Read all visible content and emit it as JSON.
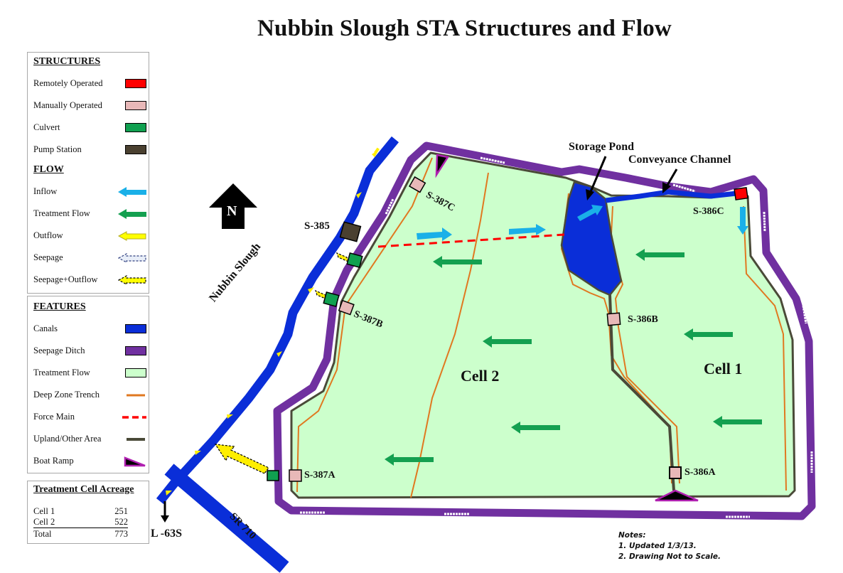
{
  "title": "Nubbin Slough STA Structures and Flow",
  "legend": {
    "structures_header": "STRUCTURES",
    "structures": [
      {
        "label": "Remotely Operated",
        "color": "#ff0000",
        "icon": "red-square-icon"
      },
      {
        "label": "Manually Operated",
        "color": "#e8b8b8",
        "icon": "pink-square-icon"
      },
      {
        "label": "Culvert",
        "color": "#10a050",
        "icon": "green-square-icon"
      },
      {
        "label": "Pump Station",
        "color": "#4a4030",
        "icon": "brown-square-icon"
      }
    ],
    "flow_header": "FLOW",
    "flow": [
      {
        "label": "Inflow",
        "color": "#1ab0e8"
      },
      {
        "label": "Treatment Flow",
        "color": "#14a050"
      },
      {
        "label": "Outflow",
        "color": "#ffff00"
      },
      {
        "label": "Seepage",
        "color": "#e8eef8"
      },
      {
        "label": "Seepage+Outflow",
        "color": "#ffff00"
      }
    ],
    "features_header": "FEATURES",
    "features": [
      {
        "label": "Canals",
        "color": "#0a2ed8"
      },
      {
        "label": "Seepage Ditch",
        "color": "#7030a0"
      },
      {
        "label": "Treatment Flow",
        "color": "#ccffcc"
      },
      {
        "label": "Deep Zone Trench",
        "color": "#e07820"
      },
      {
        "label": "Force Main",
        "color": "#ff0000"
      },
      {
        "label": "Upland/Other Area",
        "color": "#4a4a38"
      },
      {
        "label": "Boat Ramp",
        "color": "#b020b0"
      }
    ]
  },
  "acreage": {
    "header": "Treatment Cell Acreage",
    "rows": [
      {
        "label": "Cell 1",
        "value": "251"
      },
      {
        "label": "Cell 2",
        "value": "522"
      },
      {
        "label": "Total",
        "value": "773"
      }
    ]
  },
  "map": {
    "north": "N",
    "labels": {
      "storage_pond": "Storage Pond",
      "conveyance_channel": "Conveyance Channel",
      "nubbin_slough": "Nubbin Slough",
      "sr710": "SR 710",
      "l63s": "L -63S",
      "cell1": "Cell 1",
      "cell2": "Cell 2"
    },
    "structures": {
      "s385": "S-385",
      "s386a": "S-386A",
      "s386b": "S-386B",
      "s386c": "S-386C",
      "s387a": "S-387A",
      "s387b": "S-387B",
      "s387c": "S-387C"
    },
    "colors": {
      "canal": "#0a2ed8",
      "seepage_ditch": "#7030a0",
      "cell_fill": "#ccffcc",
      "trench": "#e07820",
      "upland": "#4a4a38",
      "inflow": "#1ab0e8",
      "treatment": "#14a050",
      "outflow": "#ffff00",
      "force_main": "#ff0000"
    }
  },
  "notes": {
    "header": "Notes:",
    "items": [
      "1. Updated 1/3/13.",
      "2. Drawing Not to Scale."
    ]
  }
}
